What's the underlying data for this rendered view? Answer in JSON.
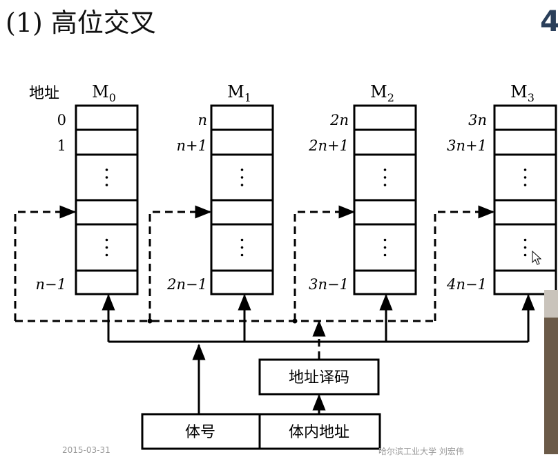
{
  "title": "(1) 高位交叉",
  "slide_number": "4",
  "footer": {
    "date": "2015-03-31",
    "institution": "哈尔滨工业大学  刘宏伟"
  },
  "diagram": {
    "address_header": "地址",
    "ellipsis": "⋮",
    "modules": [
      {
        "name": "M",
        "subscript": "0",
        "addresses": {
          "first": "0",
          "second": "1",
          "last": "n−1"
        }
      },
      {
        "name": "M",
        "subscript": "1",
        "addresses": {
          "first": "n",
          "second": "n+1",
          "last": "2n−1"
        }
      },
      {
        "name": "M",
        "subscript": "2",
        "addresses": {
          "first": "2n",
          "second": "2n+1",
          "last": "3n−1"
        }
      },
      {
        "name": "M",
        "subscript": "3",
        "addresses": {
          "first": "3n",
          "second": "3n+1",
          "last": "4n−1"
        }
      }
    ],
    "decoder_label": "地址译码",
    "bank_number_label": "体号",
    "in_bank_address_label": "体内地址"
  }
}
